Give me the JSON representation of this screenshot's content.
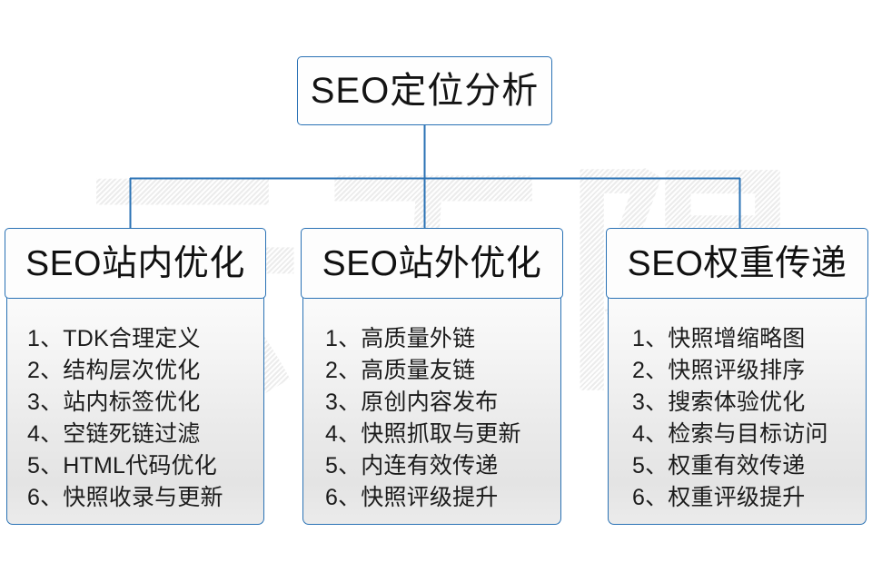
{
  "watermark": {
    "text": "云无限"
  },
  "diagram": {
    "title": {
      "label": "SEO定位分析"
    },
    "columns": [
      {
        "header": "SEO站内优化",
        "items": [
          "1、TDK合理定义",
          "2、结构层次优化",
          "3、站内标签优化",
          "4、空链死链过滤",
          "5、HTML代码优化",
          "6、快照收录与更新"
        ]
      },
      {
        "header": "SEO站外优化",
        "items": [
          "1、高质量外链",
          "2、高质量友链",
          "3、原创内容发布",
          "4、快照抓取与更新",
          "5、内连有效传递",
          "6、快照评级提升"
        ]
      },
      {
        "header": "SEO权重传递",
        "items": [
          "1、快照增缩略图",
          "2、快照评级排序",
          "3、搜索体验优化",
          "4、检索与目标访问",
          "5、权重有效传递",
          "6、权重评级提升"
        ]
      }
    ]
  },
  "colors": {
    "border": "#2a72b5",
    "connector": "#2a72b5",
    "text": "#141414",
    "watermark": "#ececec",
    "body_bg_top": "#fbfbfb",
    "body_bg_bottom": "#e4e4e4"
  }
}
